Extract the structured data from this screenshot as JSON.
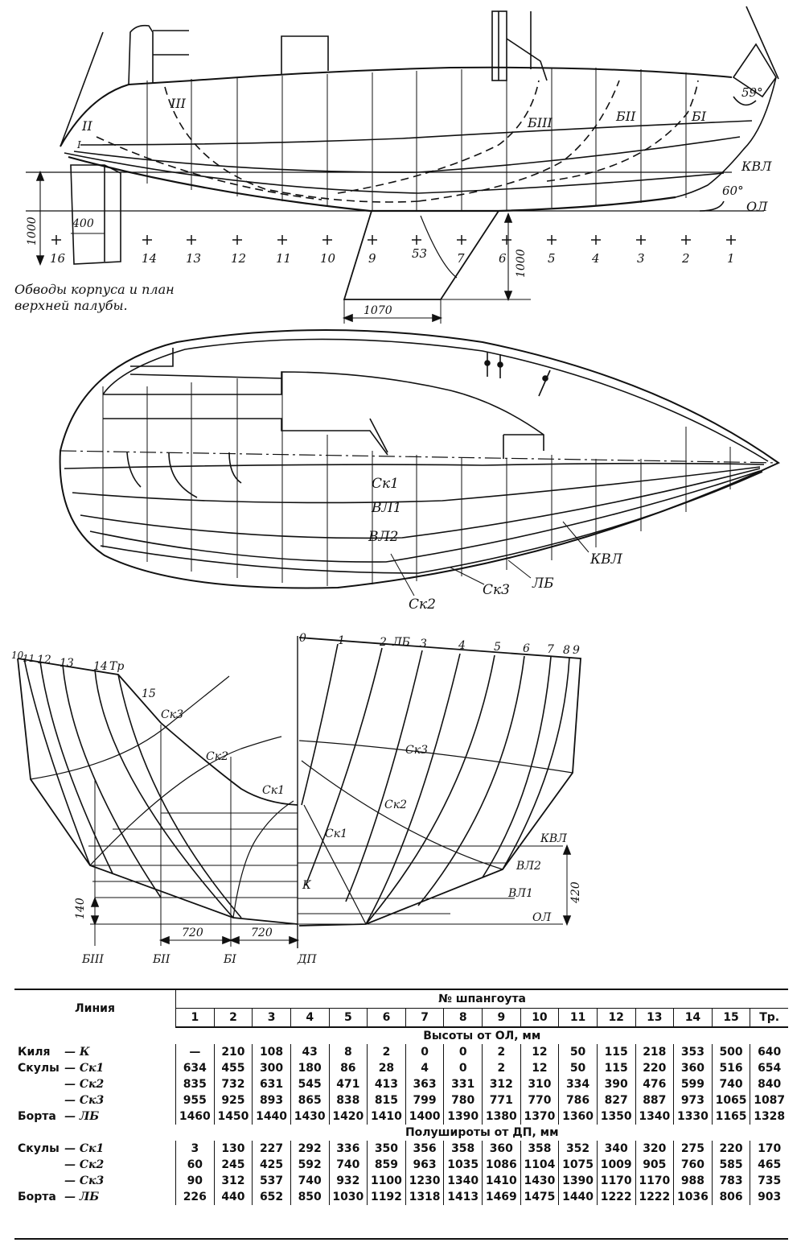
{
  "profile": {
    "buttocks": [
      "III",
      "II",
      "I",
      "БIII",
      "БII",
      "БI"
    ],
    "stations": [
      "16",
      "14",
      "13",
      "12",
      "11",
      "10",
      "9",
      "53",
      "7",
      "6",
      "5",
      "4",
      "3",
      "2",
      "1"
    ],
    "labels": {
      "kvl": "КВЛ",
      "ol": "ОЛ",
      "angle_stern": "59°",
      "angle_bow": "60°"
    },
    "dims": {
      "height_aft": "1000",
      "rudder_width": "400",
      "keel_height": "1000",
      "keel_length": "1070"
    }
  },
  "caption": "Обводы корпуса и план верхней палубы.",
  "plan": {
    "lines": {
      "sk1": "Ск1",
      "vl1": "ВЛ1",
      "vl2": "ВЛ2",
      "kvl": "КВЛ",
      "sk2": "Ск2",
      "sk3": "Ск3",
      "lb": "ЛБ"
    }
  },
  "body_plan": {
    "aft_stations": [
      "10",
      "11",
      "12",
      "13",
      "14",
      "Тр",
      "15"
    ],
    "fwd_stations": [
      "0",
      "1",
      "2",
      "3",
      "4",
      "5",
      "6",
      "7",
      "8",
      "9"
    ],
    "labels": {
      "lb": "ЛБ",
      "sk3_left": "Ск3",
      "sk2_left": "Ск2",
      "sk1_left": "Ск1",
      "sk3_right": "Ск3",
      "sk2_right": "Ск2",
      "sk1_right": "Ск1",
      "k": "К",
      "kvl": "КВЛ",
      "vl2": "ВЛ2",
      "vl1": "ВЛ1",
      "ol": "ОЛ",
      "b3": "БIII",
      "b2": "БII",
      "b1": "БI",
      "dp": "ДП"
    },
    "dims": {
      "d140": "140",
      "d720a": "720",
      "d720b": "720",
      "d420": "420"
    }
  },
  "table": {
    "line_header": "Линия",
    "frames_header": "№ шпангоута",
    "frames": [
      "1",
      "2",
      "3",
      "4",
      "5",
      "6",
      "7",
      "8",
      "9",
      "10",
      "11",
      "12",
      "13",
      "14",
      "15",
      "Тр."
    ],
    "section1": "Высоты от ОЛ, мм",
    "heights": [
      {
        "label": "Киля",
        "sub": "— К",
        "values": [
          "—",
          "210",
          "108",
          "43",
          "8",
          "2",
          "0",
          "0",
          "2",
          "12",
          "50",
          "115",
          "218",
          "353",
          "500",
          "640"
        ]
      },
      {
        "label": "Скулы",
        "sub": "— Ск1",
        "values": [
          "634",
          "455",
          "300",
          "180",
          "86",
          "28",
          "4",
          "0",
          "2",
          "12",
          "50",
          "115",
          "220",
          "360",
          "516",
          "654"
        ]
      },
      {
        "label": "",
        "sub": "— Ск2",
        "values": [
          "835",
          "732",
          "631",
          "545",
          "471",
          "413",
          "363",
          "331",
          "312",
          "310",
          "334",
          "390",
          "476",
          "599",
          "740",
          "840"
        ]
      },
      {
        "label": "",
        "sub": "— Ск3",
        "values": [
          "955",
          "925",
          "893",
          "865",
          "838",
          "815",
          "799",
          "780",
          "771",
          "770",
          "786",
          "827",
          "887",
          "973",
          "1065",
          "1087"
        ]
      },
      {
        "label": "Борта",
        "sub": "— ЛБ",
        "values": [
          "1460",
          "1450",
          "1440",
          "1430",
          "1420",
          "1410",
          "1400",
          "1390",
          "1380",
          "1370",
          "1360",
          "1350",
          "1340",
          "1330",
          "1165",
          "1328"
        ]
      }
    ],
    "section2": "Полушироты от ДП, мм",
    "half_breadths": [
      {
        "label": "Скулы",
        "sub": "— Ск1",
        "values": [
          "3",
          "130",
          "227",
          "292",
          "336",
          "350",
          "356",
          "358",
          "360",
          "358",
          "352",
          "340",
          "320",
          "275",
          "220",
          "170"
        ]
      },
      {
        "label": "",
        "sub": "— Ск2",
        "values": [
          "60",
          "245",
          "425",
          "592",
          "740",
          "859",
          "963",
          "1035",
          "1086",
          "1104",
          "1075",
          "1009",
          "905",
          "760",
          "585",
          "465"
        ]
      },
      {
        "label": "",
        "sub": "— Ск3",
        "values": [
          "90",
          "312",
          "537",
          "740",
          "932",
          "1100",
          "1230",
          "1340",
          "1410",
          "1430",
          "1390",
          "1170",
          "1170",
          "988",
          "783",
          "735"
        ]
      },
      {
        "label": "Борта",
        "sub": "— ЛБ",
        "values": [
          "226",
          "440",
          "652",
          "850",
          "1030",
          "1192",
          "1318",
          "1413",
          "1469",
          "1475",
          "1440",
          "1222",
          "1222",
          "1036",
          "806",
          "903"
        ]
      }
    ]
  }
}
